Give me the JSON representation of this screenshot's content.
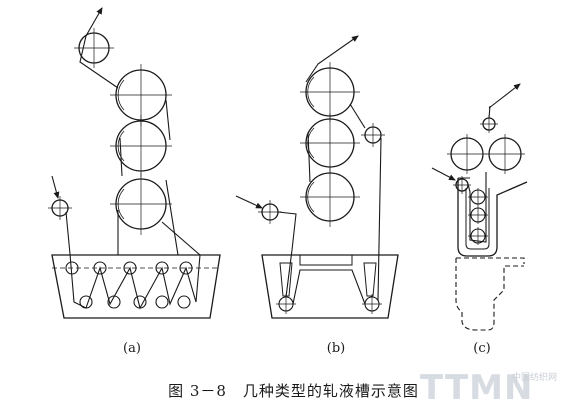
{
  "labels": {
    "a": "(a)",
    "b": "(b)",
    "c": "(c)"
  },
  "caption": "图 3－8　几种类型的轧液槽示意图",
  "watermark": {
    "main": "TTMN",
    "sub": "中国纺织网"
  }
}
